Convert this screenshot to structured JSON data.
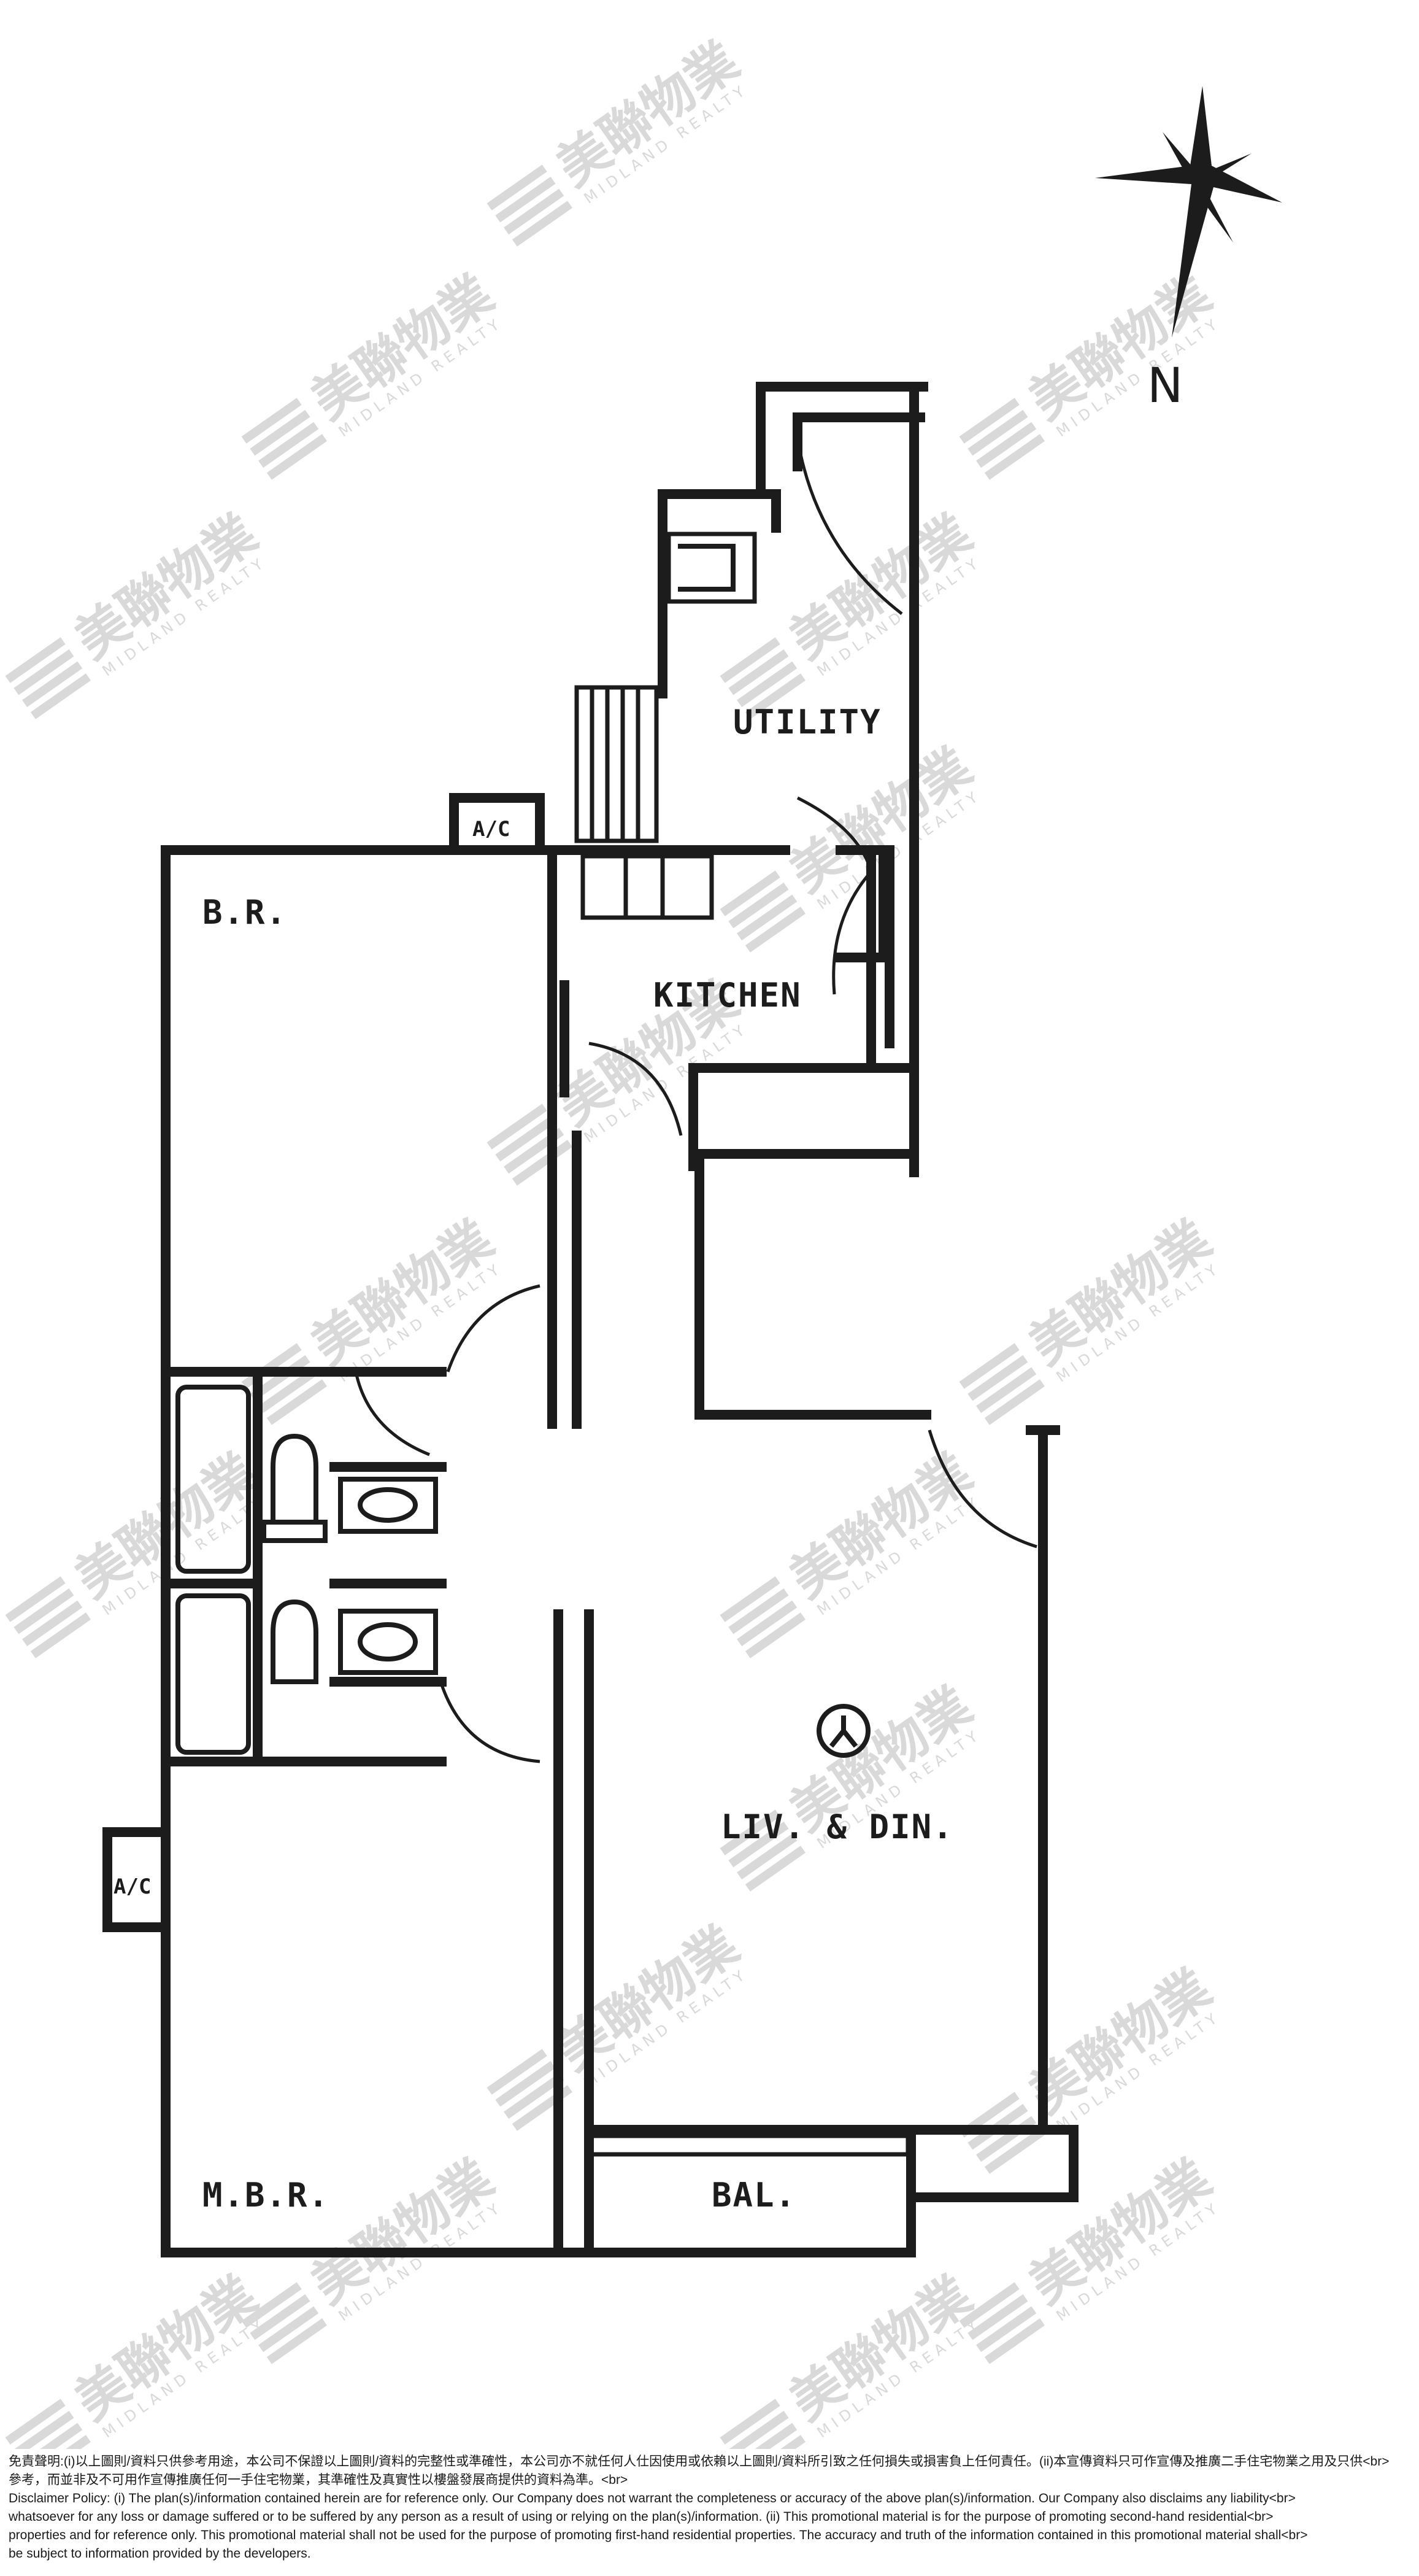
{
  "compass": {
    "label": "N"
  },
  "rooms": {
    "utility": "UTILITY",
    "kitchen": "KITCHEN",
    "bedroom": "B.R.",
    "master_bedroom": "M.B.R.",
    "living_dining": "LIV. & DIN.",
    "balcony": "BAL.",
    "ac_top": "A/C",
    "ac_left": "A/C"
  },
  "watermark": {
    "chinese": "美聯物業",
    "english": "MIDLAND REALTY"
  },
  "disclaimer": {
    "line1": "免責聲明:(i)以上圖則/資料只供參考用途，本公司不保證以上圖則/資料的完整性或準確性，本公司亦不就任何人仕因使用或依賴以上圖則/資料所引致之任何損失或損害負上任何責任。(ii)本宣傳資料只可作宣傳及推廣二手住宅物業之用及只供<br>",
    "line2": "參考，而並非及不可用作宣傳推廣任何一手住宅物業，其準確性及真實性以樓盤發展商提供的資料為準。<br>",
    "line3": "Disclaimer Policy: (i) The plan(s)/information contained herein are for reference only. Our Company does not warrant the completeness or accuracy of the above plan(s)/information. Our Company also disclaims any liability<br>",
    "line4": "whatsoever for any loss or damage suffered or to be suffered by any person as a result of using or relying on the plan(s)/information. (ii) This promotional material is for the purpose of promoting second-hand residential<br>",
    "line5": "properties and for reference only. This promotional material shall not be used for the purpose of promoting first-hand residential properties. The accuracy and truth of the information contained in this promotional material shall<br>",
    "line6": "be subject to information provided by the developers."
  }
}
